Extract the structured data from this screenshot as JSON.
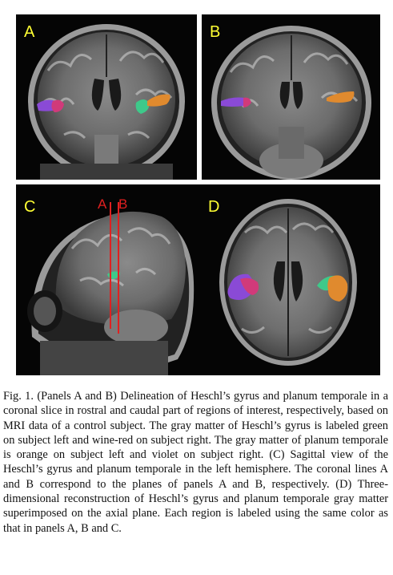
{
  "panels": {
    "a": {
      "letter": "A"
    },
    "b": {
      "letter": "B"
    },
    "c": {
      "letter": "C",
      "line_a": "A",
      "line_b": "B"
    },
    "d": {
      "letter": "D"
    }
  },
  "colors": {
    "heschl_left": "#3ec98a",
    "heschl_right": "#d13a7a",
    "planum_left": "#e08a2e",
    "planum_right": "#8a4ad6",
    "panel_letter": "#ffff33",
    "coronal_lines": "#e02020"
  },
  "caption": "Fig. 1. (Panels A and B) Delineation of Heschl’s gyrus and planum temporale in a coronal slice in rostral and caudal part of regions of interest, respectively, based on MRI data of a control subject. The gray matter of Heschl’s gyrus is labeled green on subject left and wine-red on subject right. The gray matter of planum temporale is orange on subject left and violet on subject right. (C) Sagittal view of the Heschl’s gyrus and planum temporale in the left hemisphere. The coronal lines A and B correspond to the planes of panels A and B, respectively. (D) Three-dimensional reconstruction of Heschl’s gyrus and planum temporale gray matter superimposed on the axial plane. Each region is labeled using the same color as that in panels A, B and C."
}
